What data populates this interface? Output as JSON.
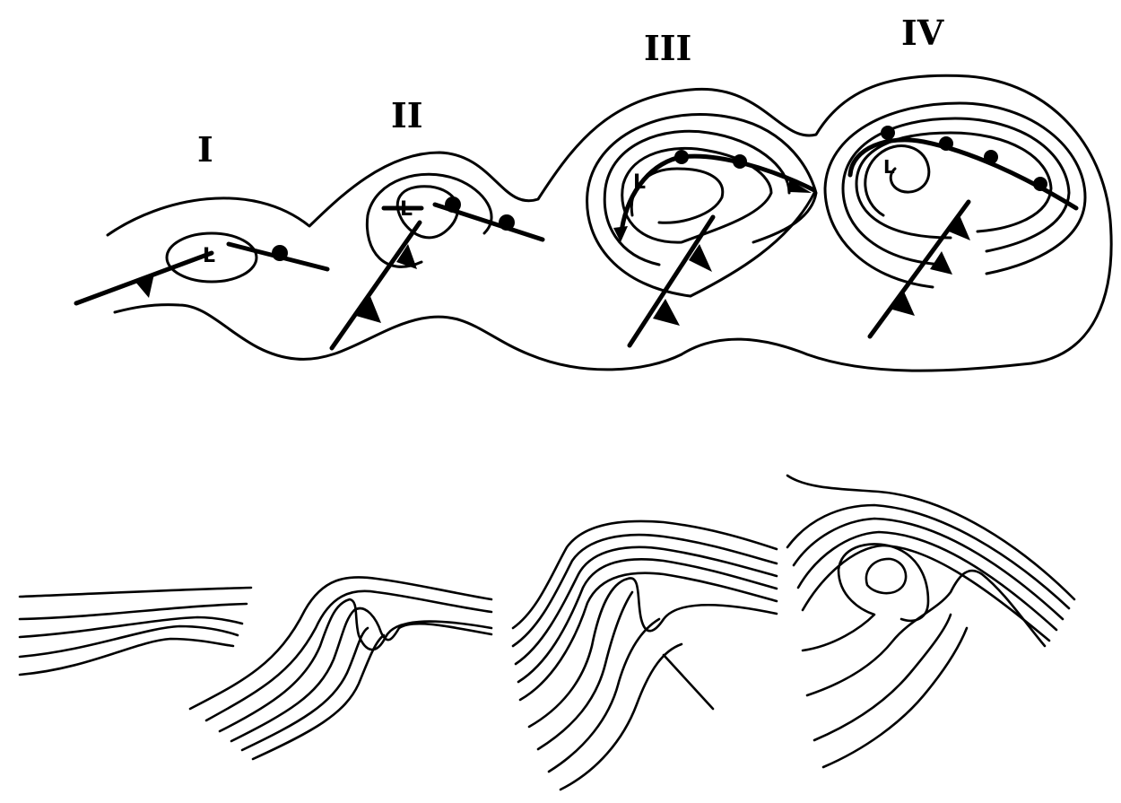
{
  "stages": [
    {
      "id": "I",
      "label": "I",
      "low_symbol": "L"
    },
    {
      "id": "II",
      "label": "II",
      "low_symbol": "L"
    },
    {
      "id": "III",
      "label": "III",
      "low_symbol": "L"
    },
    {
      "id": "IV",
      "label": "IV",
      "low_symbol": "L"
    }
  ],
  "front_symbols": {
    "cold_front": "triangles",
    "warm_front": "semicircles"
  },
  "colors": {
    "line": "#000000",
    "background": "#ffffff"
  }
}
